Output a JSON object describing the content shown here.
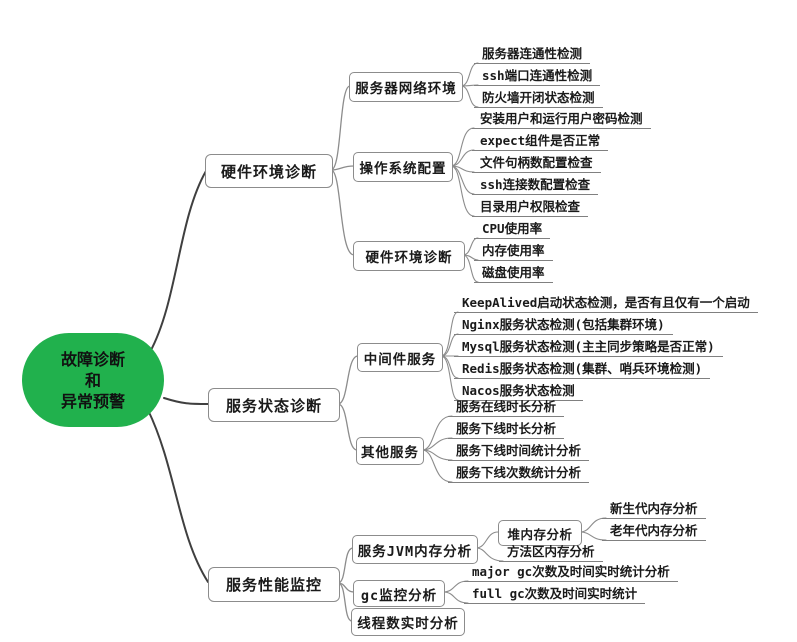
{
  "root": {
    "line1": "故障诊断",
    "line2": "和",
    "line3": "异常预警"
  },
  "branches": [
    {
      "label": "硬件环境诊断",
      "children": [
        {
          "label": "服务器网络环境",
          "leaves": [
            "服务器连通性检测",
            "ssh端口连通性检测",
            "防火墙开闭状态检测"
          ]
        },
        {
          "label": "操作系统配置",
          "leaves": [
            "安装用户和运行用户密码检测",
            "expect组件是否正常",
            "文件句柄数配置检查",
            "ssh连接数配置检查",
            "目录用户权限检查"
          ]
        },
        {
          "label": "硬件环境诊断",
          "leaves": [
            "CPU使用率",
            "内存使用率",
            "磁盘使用率"
          ]
        }
      ]
    },
    {
      "label": "服务状态诊断",
      "children": [
        {
          "label": "中间件服务",
          "leaves": [
            "KeepAlived启动状态检测，是否有且仅有一个启动",
            "Nginx服务状态检测(包括集群环境)",
            "Mysql服务状态检测(主主同步策略是否正常)",
            "Redis服务状态检测(集群、哨兵环境检测)",
            "Nacos服务状态检测"
          ]
        },
        {
          "label": "其他服务",
          "leaves": [
            "服务在线时长分析",
            "服务下线时长分析",
            "服务下线时间统计分析",
            "服务下线次数统计分析"
          ]
        }
      ]
    },
    {
      "label": "服务性能监控",
      "children": [
        {
          "label": "服务JVM内存分析",
          "children": [
            {
              "label": "堆内存分析",
              "leaves": [
                "新生代内存分析",
                "老年代内存分析"
              ]
            }
          ],
          "leaves": [
            "方法区内存分析"
          ]
        },
        {
          "label": "gc监控分析",
          "leaves": [
            "major gc次数及时间实时统计分析",
            "full gc次数及时间实时统计"
          ]
        },
        {
          "label": "线程数实时分析",
          "leaves": []
        }
      ]
    }
  ],
  "colors": {
    "root_fill": "#21b14d",
    "root_text": "#111111",
    "box_border": "#8c8c8c",
    "root_wire": "#3f3f3f",
    "branch_wire": "#8c8c8c",
    "leaf_underline": "#808080"
  }
}
